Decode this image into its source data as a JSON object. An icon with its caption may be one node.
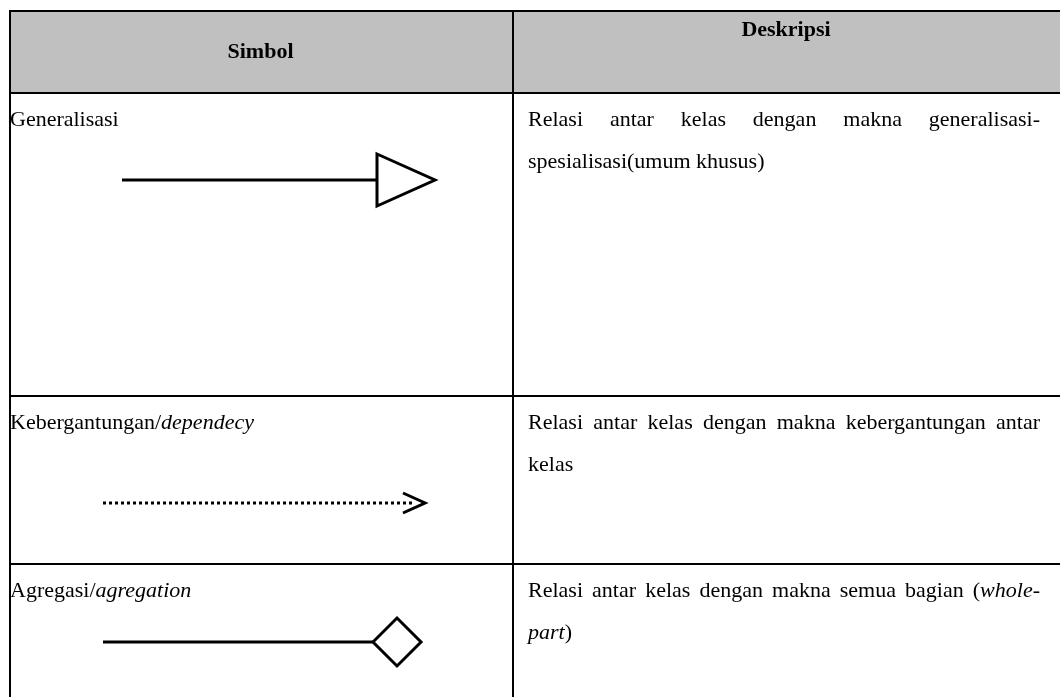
{
  "diagram": {
    "labels": [
      "Simbol",
      "Deskripsi",
      "Generalisasi",
      "Relasi antar kelas dengan makna generalisasi-spesialisasi(umum khusus)",
      "Kebergantungan/*dependecy*",
      "Relasi antar kelas dengan makna kebergantungan antar kelas",
      "Agregasi/*agregation*",
      "Relasi antar kelas dengan makna semua bagian (*whole-part*)"
    ]
  }
}
